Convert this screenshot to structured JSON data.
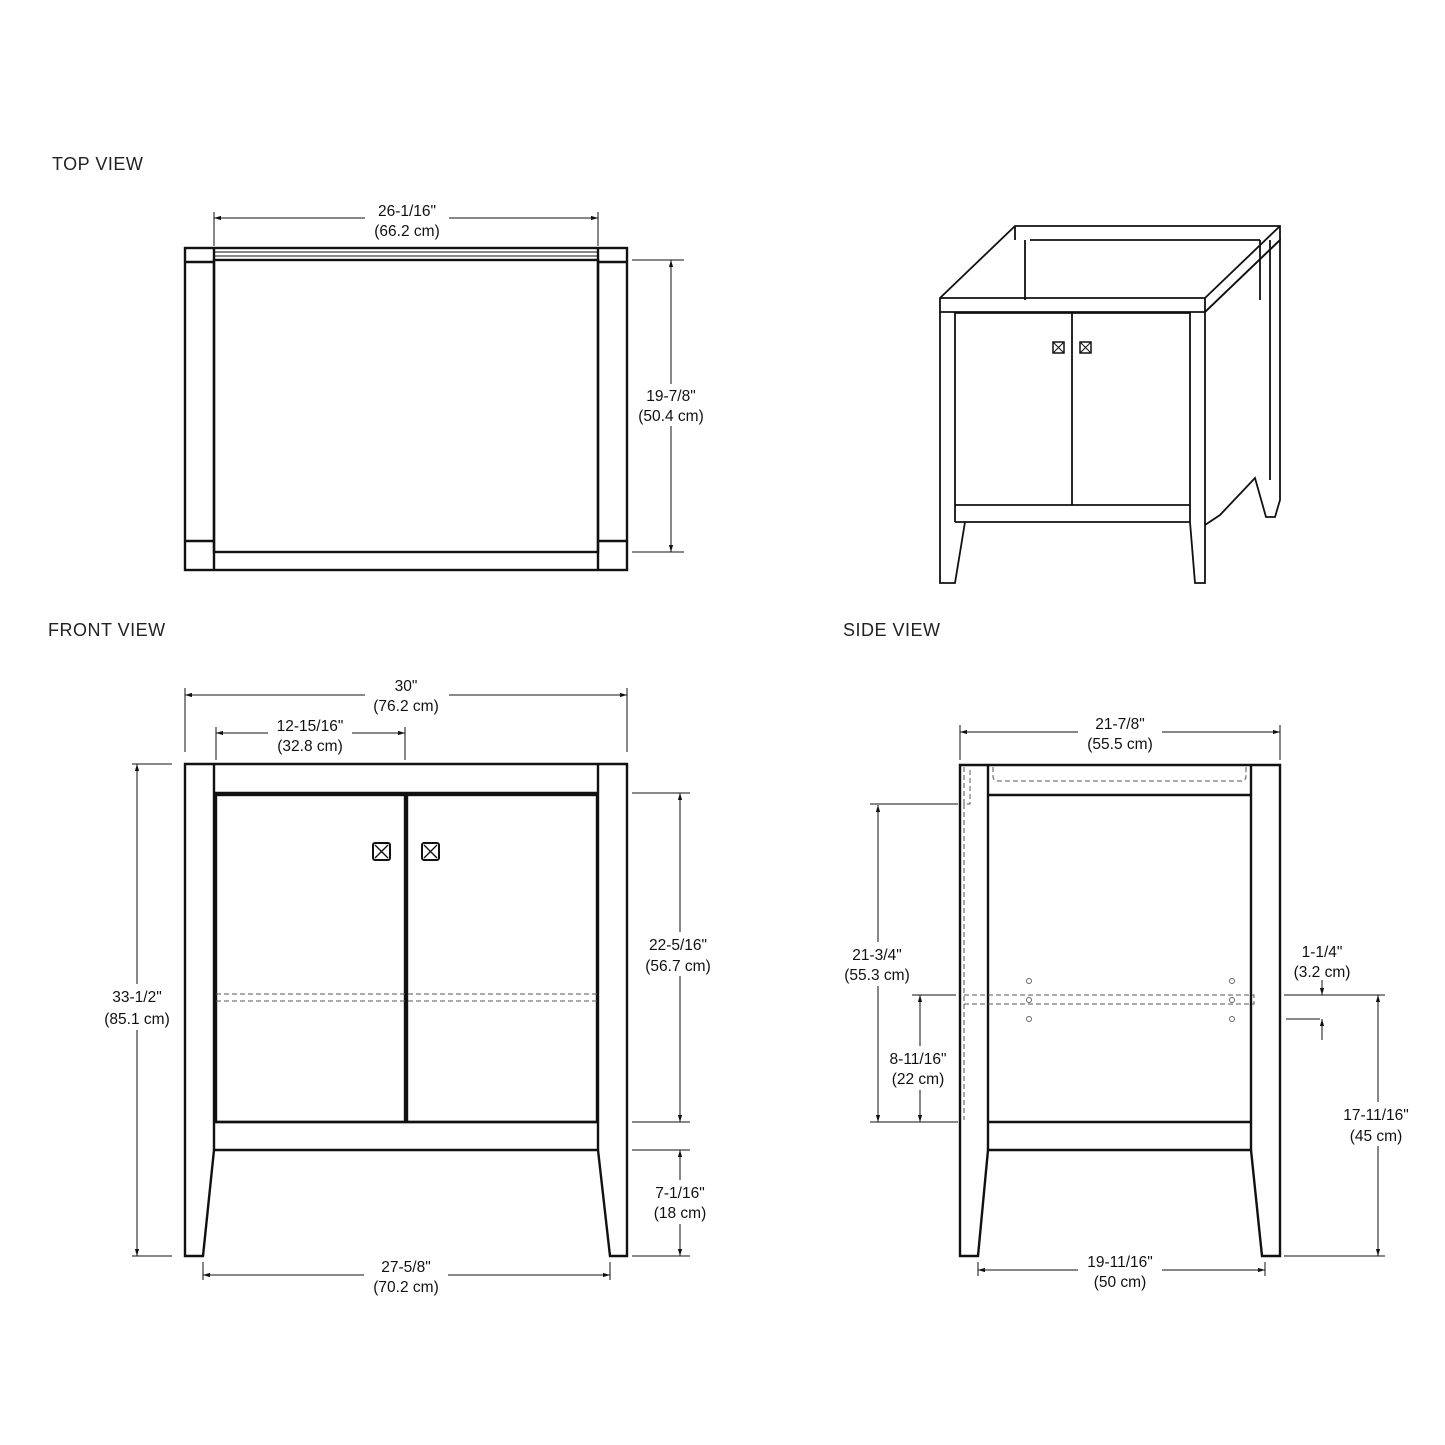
{
  "views": {
    "top": {
      "title": "TOP VIEW",
      "width_in": "26-1/16\"",
      "width_cm": "(66.2 cm)",
      "depth_in": "19-7/8\"",
      "depth_cm": "(50.4 cm)"
    },
    "front": {
      "title": "FRONT VIEW",
      "overall_width_in": "30\"",
      "overall_width_cm": "(76.2 cm)",
      "door_width_in": "12-15/16\"",
      "door_width_cm": "(32.8 cm)",
      "height_in": "33-1/2\"",
      "height_cm": "(85.1 cm)",
      "door_height_in": "22-5/16\"",
      "door_height_cm": "(56.7 cm)",
      "leg_height_in": "7-1/16\"",
      "leg_height_cm": "(18 cm)",
      "leg_span_in": "27-5/8\"",
      "leg_span_cm": "(70.2 cm)"
    },
    "side": {
      "title": "SIDE VIEW",
      "depth_in": "21-7/8\"",
      "depth_cm": "(55.5 cm)",
      "inner_height_in": "21-3/4\"",
      "inner_height_cm": "(55.3 cm)",
      "shelf_height_in": "8-11/16\"",
      "shelf_height_cm": "(22 cm)",
      "shelf_adjust_in": "1-1/4\"",
      "shelf_adjust_cm": "(3.2 cm)",
      "shelf_floor_in": "17-11/16\"",
      "shelf_floor_cm": "(45 cm)",
      "leg_span_in": "19-11/16\"",
      "leg_span_cm": "(50 cm)"
    }
  }
}
